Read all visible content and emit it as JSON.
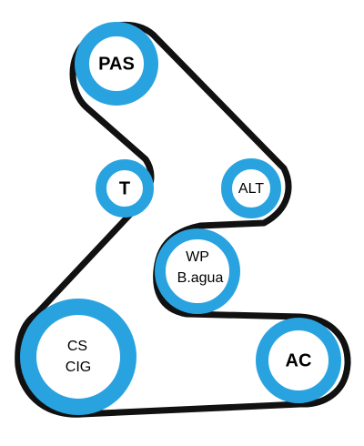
{
  "diagram": {
    "belt_color": "#111111",
    "pulley_color": "#29a3e0",
    "pulley_fill": "#ffffff",
    "pulleys": [
      {
        "id": "pas",
        "lines": [
          "PAS"
        ]
      },
      {
        "id": "t",
        "lines": [
          "T"
        ]
      },
      {
        "id": "alt",
        "lines": [
          "ALT"
        ]
      },
      {
        "id": "wp",
        "lines": [
          "WP",
          "B.agua"
        ]
      },
      {
        "id": "cs",
        "lines": [
          "CS",
          "CIG"
        ]
      },
      {
        "id": "ac",
        "lines": [
          "AC"
        ]
      }
    ]
  }
}
